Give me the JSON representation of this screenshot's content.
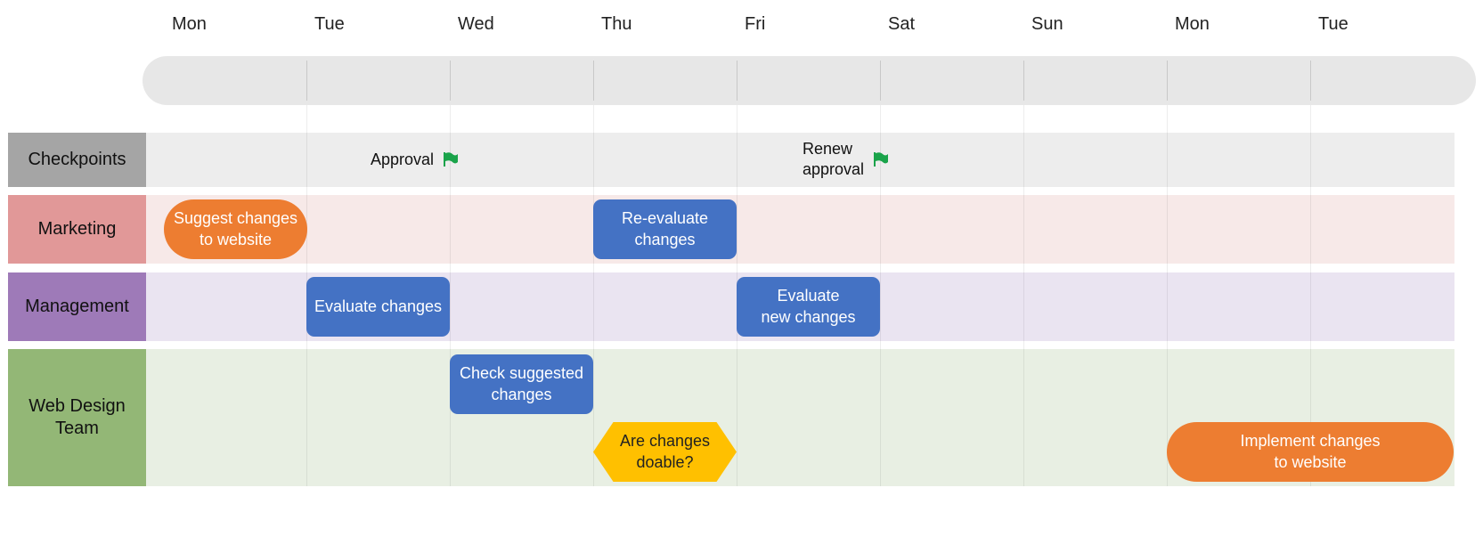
{
  "days": [
    "Mon",
    "Tue",
    "Wed",
    "Thu",
    "Fri",
    "Sat",
    "Sun",
    "Mon",
    "Tue"
  ],
  "lanes": [
    {
      "label": "Checkpoints",
      "color": "#a5a5a5",
      "bg": "#ededed"
    },
    {
      "label": "Marketing",
      "color": "#e19898",
      "bg": "#f7e9e8"
    },
    {
      "label": "Management",
      "color": "#9e7ab8",
      "bg": "#eae4f1"
    },
    {
      "label": "Web Design\nTeam",
      "color": "#93b776",
      "bg": "#e8efe3"
    }
  ],
  "checkpoints": [
    {
      "label": "Approval",
      "icon": "flag-icon",
      "color": "#1aa34a"
    },
    {
      "label": "Renew\napproval",
      "icon": "flag-icon",
      "color": "#1aa34a"
    }
  ],
  "tasks": [
    {
      "label": "Suggest changes\nto website",
      "shape": "pill",
      "color": "#ed7d31"
    },
    {
      "label": "Re-evaluate\nchanges",
      "shape": "rounded",
      "color": "#4472c4"
    },
    {
      "label": "Evaluate changes",
      "shape": "rounded",
      "color": "#4472c4"
    },
    {
      "label": "Evaluate\nnew changes",
      "shape": "rounded",
      "color": "#4472c4"
    },
    {
      "label": "Check suggested\nchanges",
      "shape": "rounded",
      "color": "#4472c4"
    },
    {
      "label": "Are changes\ndoable?",
      "shape": "decision",
      "color": "#ffc000"
    },
    {
      "label": "Implement changes\nto website",
      "shape": "pill",
      "color": "#ed7d31"
    }
  ]
}
